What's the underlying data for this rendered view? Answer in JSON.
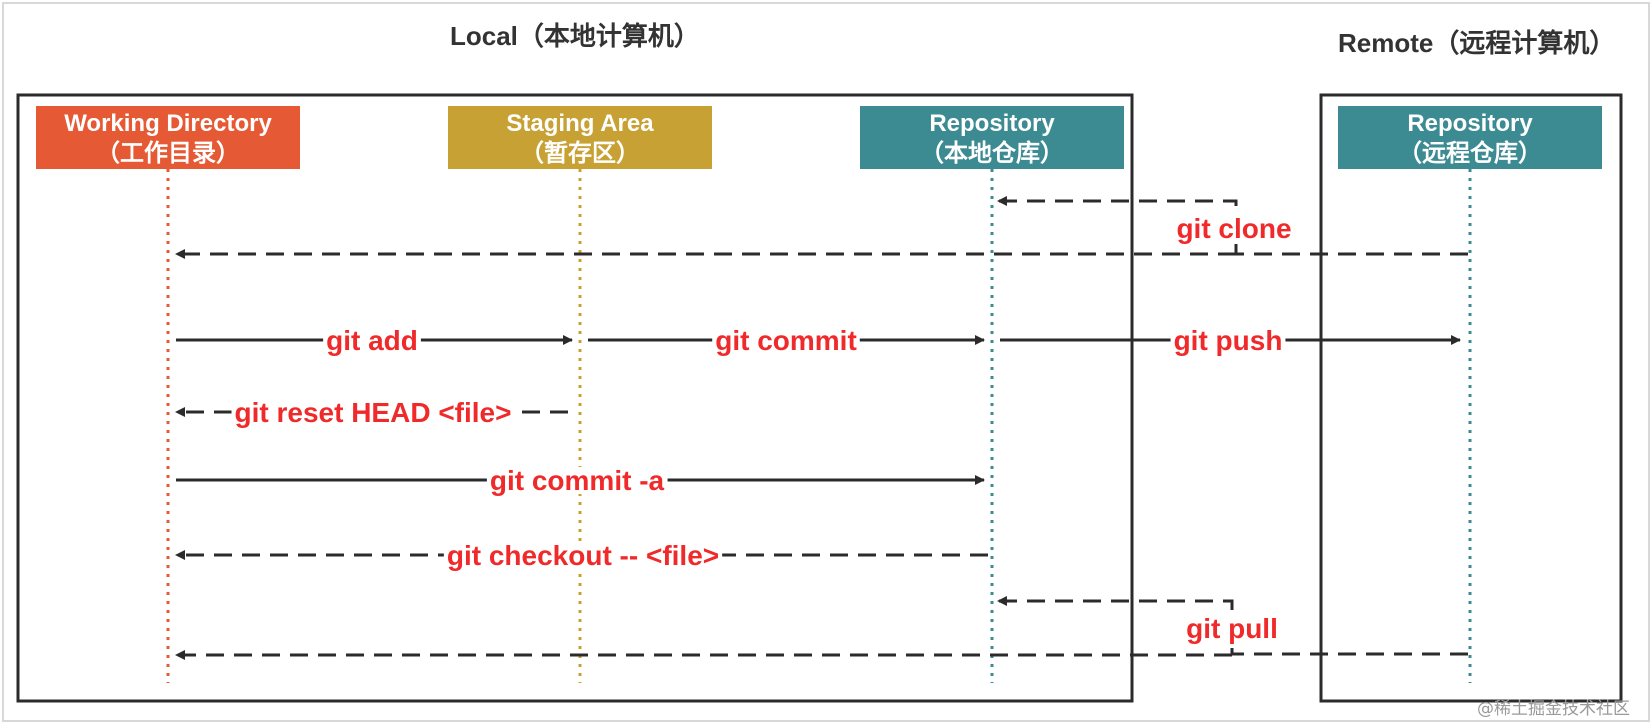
{
  "zones": {
    "local_label": "Local（本地计算机）",
    "remote_label": "Remote（远程计算机）"
  },
  "columns": [
    {
      "key": "working",
      "line1": "Working Directory",
      "line2": "（工作目录）",
      "color": "#e55a34"
    },
    {
      "key": "staging",
      "line1": "Staging Area",
      "line2": "（暂存区）",
      "color": "#c8a135"
    },
    {
      "key": "local_repo",
      "line1": "Repository",
      "line2": "（本地仓库）",
      "color": "#3d8b92"
    },
    {
      "key": "remote_repo",
      "line1": "Repository",
      "line2": "（远程仓库）",
      "color": "#3d8b92"
    }
  ],
  "commands": [
    {
      "name": "git-clone",
      "label": "git clone",
      "from": "remote_repo",
      "to": [
        "local_repo",
        "working"
      ],
      "style": "dashed"
    },
    {
      "name": "git-add",
      "label": "git add",
      "from": "working",
      "to": [
        "staging"
      ],
      "style": "solid"
    },
    {
      "name": "git-commit",
      "label": "git commit",
      "from": "staging",
      "to": [
        "local_repo"
      ],
      "style": "solid"
    },
    {
      "name": "git-push",
      "label": "git push",
      "from": "local_repo",
      "to": [
        "remote_repo"
      ],
      "style": "solid"
    },
    {
      "name": "git-reset",
      "label": "git reset HEAD <file>",
      "from": "staging",
      "to": [
        "working"
      ],
      "style": "dashed"
    },
    {
      "name": "git-commit-a",
      "label": "git commit -a",
      "from": "working",
      "to": [
        "local_repo"
      ],
      "style": "solid"
    },
    {
      "name": "git-checkout",
      "label": "git checkout -- <file>",
      "from": "local_repo",
      "to": [
        "working"
      ],
      "style": "dashed"
    },
    {
      "name": "git-pull",
      "label": "git pull",
      "from": "remote_repo",
      "to": [
        "local_repo",
        "working"
      ],
      "style": "dashed"
    }
  ],
  "colors": {
    "command_label": "#f02a2a",
    "arrow": "#2b2b2b",
    "frame": "#2b2b2b"
  },
  "watermark": "@稀土掘金技术社区"
}
